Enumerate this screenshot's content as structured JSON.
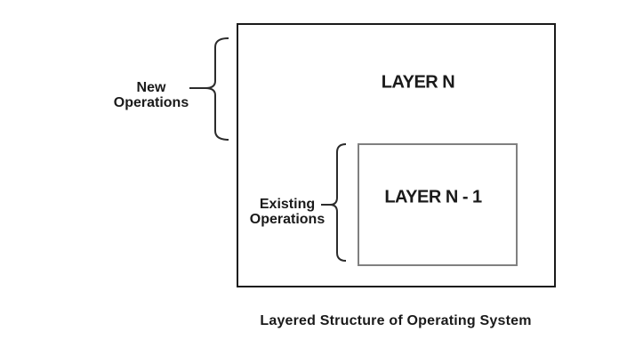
{
  "diagram": {
    "outer_box": {
      "label": "LAYER N"
    },
    "inner_box": {
      "label": "LAYER N - 1"
    },
    "new_operations": {
      "line1": "New",
      "line2": "Operations"
    },
    "existing_operations": {
      "line1": "Existing",
      "line2": "Operations"
    },
    "caption": "Layered Structure of Operating System"
  },
  "colors": {
    "background": "#ffffff",
    "outer_box_border": "#1a1a1a",
    "inner_box_border": "#808080",
    "text": "#1a1a1a",
    "brace": "#2b2b2b"
  }
}
